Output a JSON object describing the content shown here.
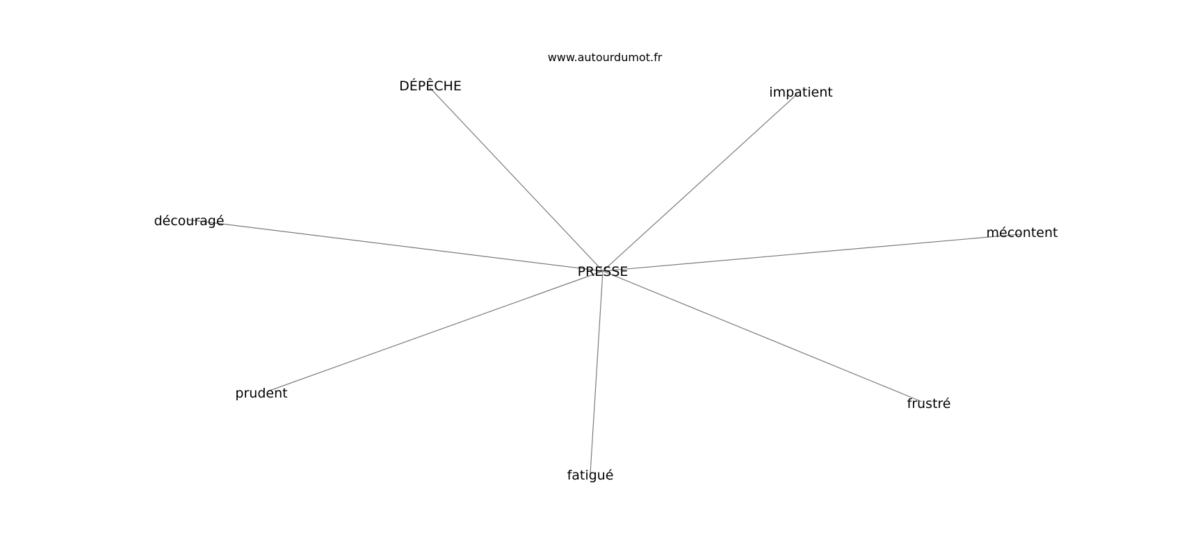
{
  "watermark": "www.autourdumot.fr",
  "graph": {
    "center": "PRESSE",
    "nodes": [
      "DÉPÊCHE",
      "impatient",
      "découragé",
      "mécontent",
      "prudent",
      "frustré",
      "fatigué"
    ]
  },
  "colors": {
    "edge": "#7a7a7a",
    "text": "#000000",
    "background": "#ffffff"
  }
}
